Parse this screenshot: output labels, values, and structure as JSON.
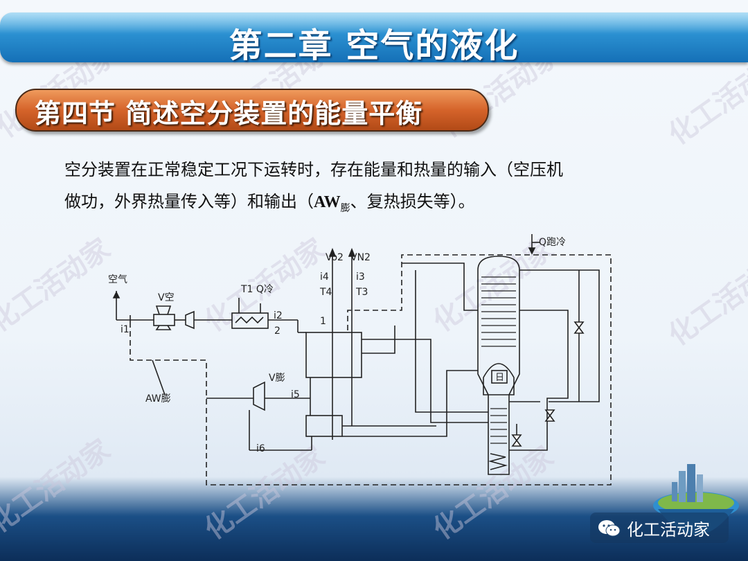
{
  "slide": {
    "title": "第二章  空气的液化",
    "section": "第四节  简述空分装置的能量平衡"
  },
  "body": {
    "line1": "空分装置在正常稳定工况下运转时，存在能量和热量的输入（空压机",
    "line2_prefix": "做功，外界热量传入等）和输出（",
    "aw": "AW",
    "aw_sub": "膨",
    "line2_suffix": "、复热损失等）。"
  },
  "diagram_labels": {
    "air_inlet": "空气",
    "v_air": "V空",
    "i1": "i1",
    "t1_q": "T1 Q冷",
    "i2": "i2",
    "n1": "1",
    "n2": "2",
    "vo2": "Vo2",
    "vn2": "VN2",
    "i4": "i4",
    "t4": "T4",
    "i3": "i3",
    "t3": "T3",
    "v_exp": "V膨",
    "i5": "i5",
    "aw_exp": "AW膨",
    "i6": "i6",
    "q_loss": "Q跑冷",
    "condenser": "日"
  },
  "watermark": "化工活动家",
  "footer": {
    "brand": "化工活动家"
  }
}
